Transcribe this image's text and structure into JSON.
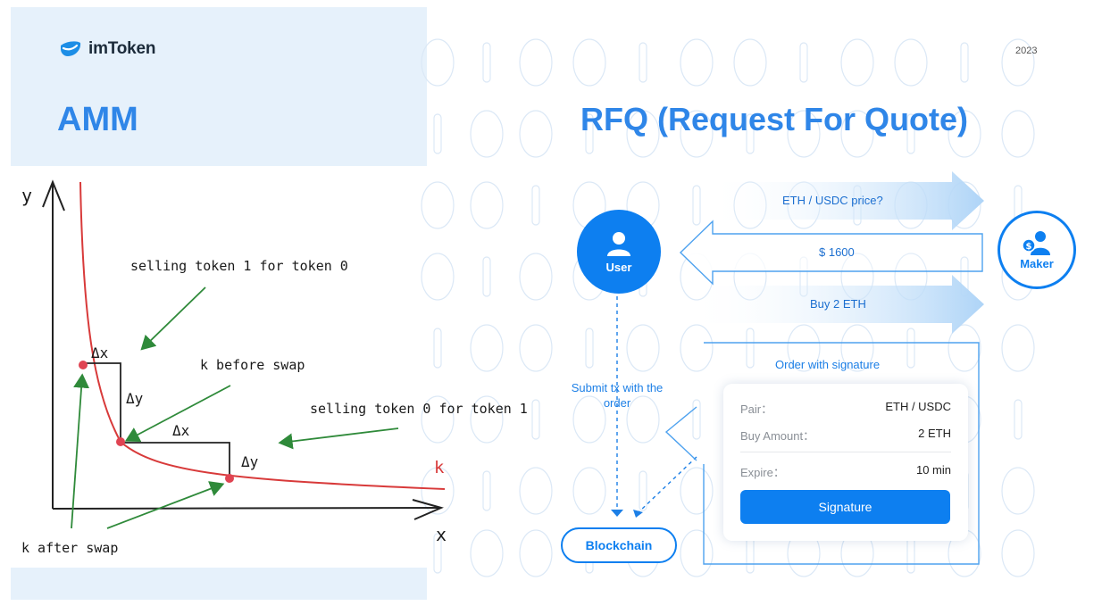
{
  "brand": {
    "name": "imToken"
  },
  "year": "2023",
  "amm": {
    "title": "AMM",
    "axis_y": "y",
    "axis_x": "x",
    "curve_label": "k",
    "annotations": {
      "selling_1_for_0": "selling token 1 for token 0",
      "k_before": "k before swap",
      "selling_0_for_1": "selling token 0 for token 1",
      "k_after": "k after swap",
      "dx": "Δx",
      "dy": "Δy"
    }
  },
  "rfq": {
    "title": "RFQ (Request For Quote)",
    "user_label": "User",
    "maker_label": "Maker",
    "arrows": {
      "price_query": "ETH / USDC  price?",
      "price_reply": "$ 1600",
      "buy": "Buy 2 ETH"
    },
    "submit_label": "Submit tx with the order",
    "blockchain_label": "Blockchain",
    "order": {
      "title": "Order with signature",
      "rows": [
        {
          "key": "Pair：",
          "value": "ETH / USDC"
        },
        {
          "key": "Buy Amount：",
          "value": "2 ETH"
        },
        {
          "key": "Expire：",
          "value": "10 min"
        }
      ],
      "button": "Signature"
    }
  },
  "colors": {
    "accent": "#0d7ff0",
    "title_blue": "#2f86e8",
    "curve_red": "#d83a3a",
    "arrow_green": "#2f8a3a",
    "panel_bg": "#e6f1fb"
  }
}
